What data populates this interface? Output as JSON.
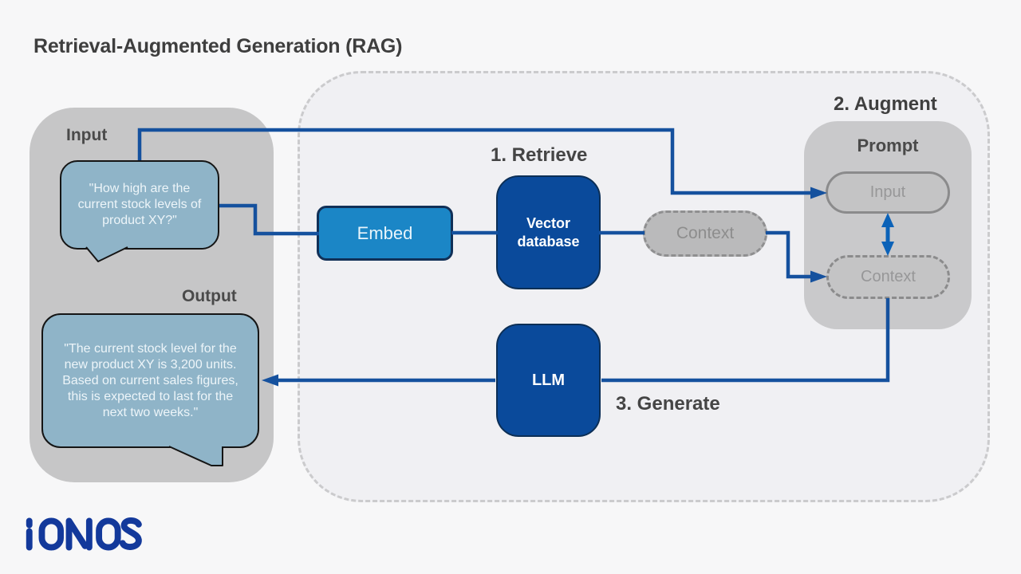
{
  "title": "Retrieval-Augmented Generation (RAG)",
  "input_section": {
    "label": "Input",
    "bubble_text": "\"How high are the current stock levels of product XY?\""
  },
  "output_section": {
    "label": "Output",
    "bubble_text": "\"The current stock level for the new product XY is 3,200 units. Based on current sales figures, this is expected to last for the next two weeks.\""
  },
  "steps": {
    "retrieve": "1. Retrieve",
    "augment": "2. Augment",
    "generate": "3. Generate"
  },
  "nodes": {
    "embed": "Embed",
    "vector_database": "Vector database",
    "context": "Context",
    "llm": "LLM"
  },
  "prompt_panel": {
    "label": "Prompt",
    "input_pill": "Input",
    "context_pill": "Context"
  },
  "logo": "IONOS",
  "colors": {
    "line_blue": "#15519e",
    "arrow_blue": "#0b62b8",
    "node_dark": "#0a4a9b",
    "node_light": "#1b86c6",
    "bubble_fill": "#8fb4c8",
    "panel_gray": "#c6c6c7",
    "logo_blue": "#13399b"
  }
}
